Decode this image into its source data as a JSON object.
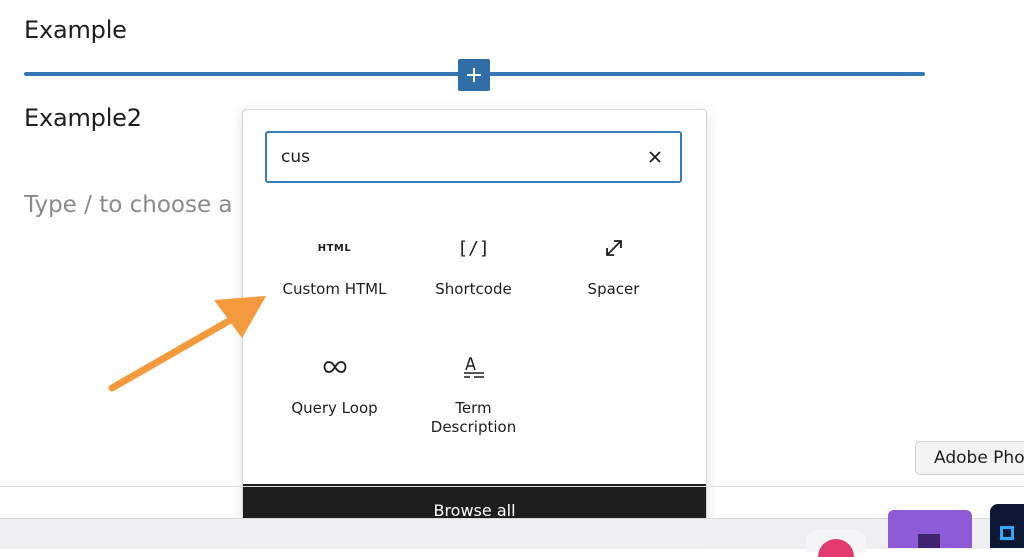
{
  "editor": {
    "heading1": "Example",
    "heading2": "Example2",
    "placeholder": "Type / to choose a"
  },
  "inserter": {
    "search_value": "cus",
    "blocks": [
      {
        "label": "Custom HTML",
        "icon": "html-icon",
        "glyph": "HTML"
      },
      {
        "label": "Shortcode",
        "icon": "shortcode-icon",
        "glyph": "[/]"
      },
      {
        "label": "Spacer",
        "icon": "resize-arrows-icon"
      },
      {
        "label": "Query Loop",
        "icon": "loop-icon"
      },
      {
        "label": "Term\nDescription",
        "icon": "term-description-icon"
      }
    ],
    "browse_all": "Browse all"
  },
  "dock": {
    "tooltip": "Adobe Pho"
  },
  "colors": {
    "accent": "#3578b3",
    "annotation_arrow": "#f29a3c"
  }
}
